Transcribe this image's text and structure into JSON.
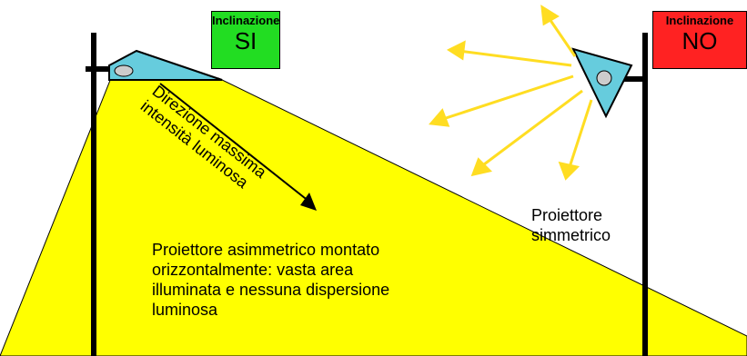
{
  "badges": {
    "yes": {
      "title": "Inclinazione",
      "value": "SI",
      "color": "#22dd22"
    },
    "no": {
      "title": "Inclinazione",
      "value": "NO",
      "color": "#ff2222"
    }
  },
  "labels": {
    "direction_line1": "Direzione massima",
    "direction_line2": "intensità luminosa",
    "asymmetric": [
      "Proiettore asimmetrico montato",
      "orizzontalmente: vasta area",
      "illuminata e nessuna dispersione",
      "luminosa"
    ],
    "symmetric": [
      "Proiettore",
      "simmetrico"
    ]
  },
  "colors": {
    "light_beam": "#ffff00",
    "rays": "#ffdd22",
    "lamp_body": "#66ccdd",
    "pole": "#000000"
  }
}
